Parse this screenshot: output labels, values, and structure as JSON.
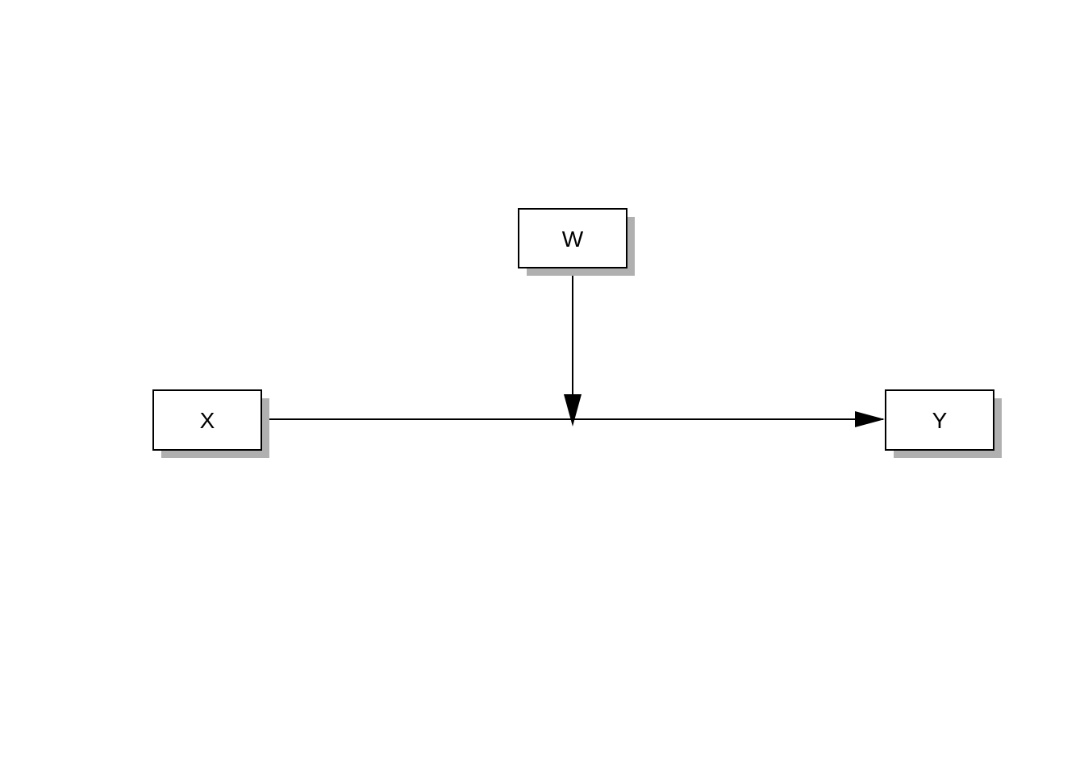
{
  "diagram": {
    "background_color": "#ffffff",
    "node_fill": "#ffffff",
    "node_border_color": "#000000",
    "node_shadow_color": "#b0b0b0",
    "edge_color": "#000000",
    "nodes": [
      {
        "id": "W",
        "label": "W"
      },
      {
        "id": "X",
        "label": "X"
      },
      {
        "id": "Y",
        "label": "Y"
      }
    ],
    "edges": [
      {
        "from": "X",
        "to": "Y",
        "style": "straight-arrow"
      },
      {
        "from": "W",
        "to": "X-Y path midpoint",
        "style": "straight-arrow"
      }
    ]
  }
}
